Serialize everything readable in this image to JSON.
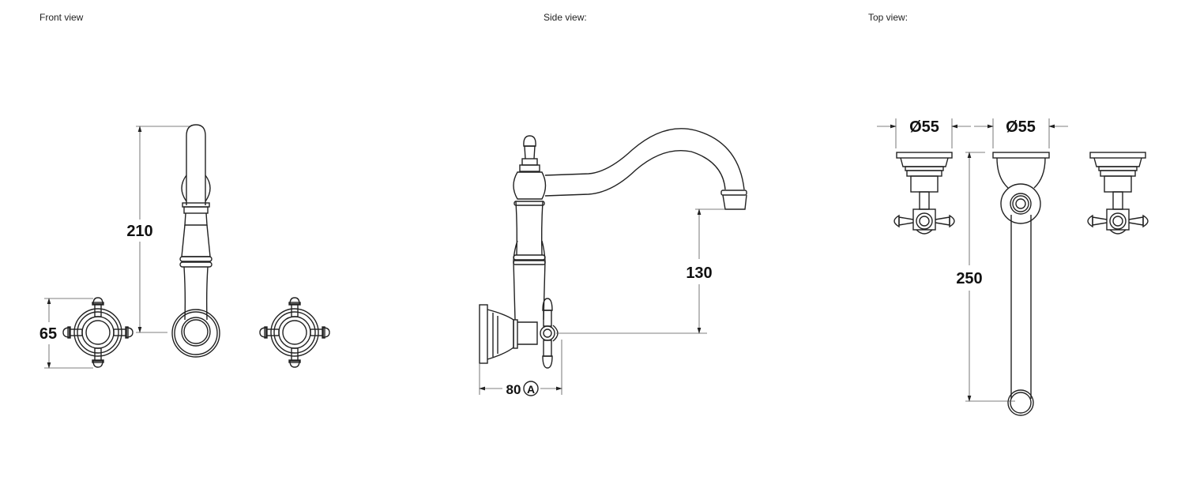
{
  "views": {
    "front": {
      "title": "Front view",
      "dim_height": "210",
      "dim_handle": "65"
    },
    "side": {
      "title": "Side view:",
      "dim_spout_height": "130",
      "dim_projection": "80",
      "dim_projection_note": "A"
    },
    "top": {
      "title": "Top view:",
      "dim_handle_diameter": "Ø55",
      "dim_spout_diameter": "Ø55",
      "dim_reach": "250"
    }
  },
  "colors": {
    "line": "#222222",
    "background": "#ffffff"
  }
}
